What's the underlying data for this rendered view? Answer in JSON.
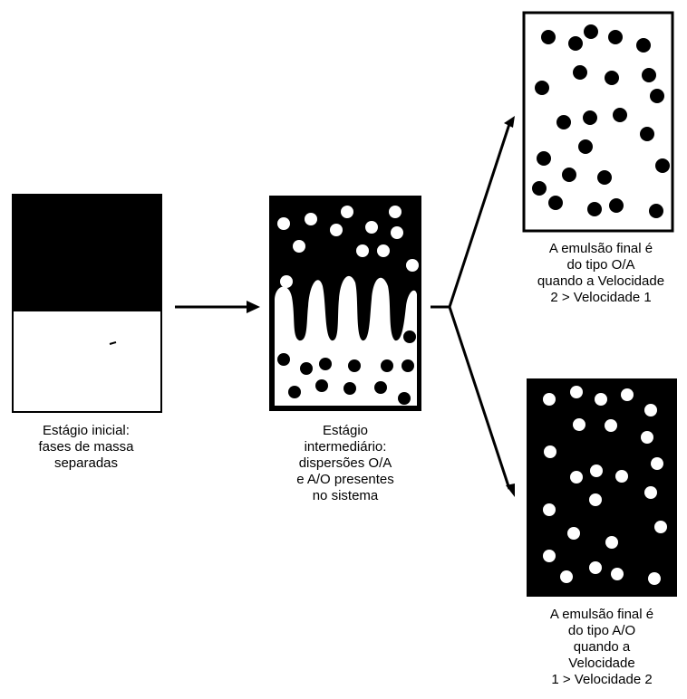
{
  "stages": {
    "initial": {
      "caption": [
        "Estágio inicial:",
        "fases de massa",
        "separadas"
      ]
    },
    "intermediate": {
      "caption": [
        "Estágio",
        "intermediário:",
        "dispersões O/A",
        "e A/O presentes",
        "no sistema"
      ]
    },
    "final_oa": {
      "caption": [
        "A emulsão final é",
        "do tipo O/A",
        "quando a Velocidade",
        "2 > Velocidade 1"
      ]
    },
    "final_ao": {
      "caption": [
        "A emulsão final é",
        "do tipo A/O",
        "quando a",
        "Velocidade",
        "1 > Velocidade 2"
      ]
    }
  },
  "colors": {
    "dark_phase": "#000000",
    "light_phase": "#ffffff"
  }
}
